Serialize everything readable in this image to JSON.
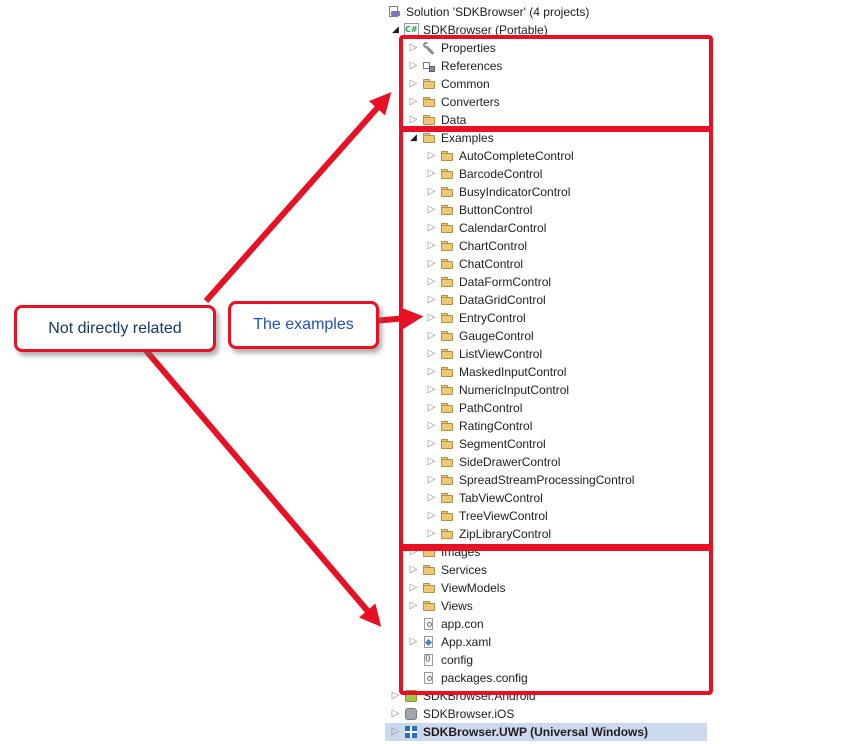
{
  "colors": {
    "accent_red": "#e81123",
    "selection_bg": "#ccd8ed",
    "callout_not_related_color": "#17375e",
    "callout_examples_color": "#1f4fbe"
  },
  "annotations": {
    "not_related_label": "Not directly related",
    "examples_label": "The examples"
  },
  "tree": {
    "rows": [
      {
        "label": "Solution 'SDKBrowser' (4 projects)",
        "level": 0,
        "icon": "solution",
        "expander": "expanded"
      },
      {
        "label": "SDKBrowser (Portable)",
        "level": 1,
        "icon": "csharp-project",
        "expander": "expanded"
      },
      {
        "label": "Properties",
        "level": 2,
        "icon": "wrench",
        "expander": "collapsed"
      },
      {
        "label": "References",
        "level": 2,
        "icon": "references",
        "expander": "collapsed"
      },
      {
        "label": "Common",
        "level": 2,
        "icon": "folder",
        "expander": "collapsed"
      },
      {
        "label": "Converters",
        "level": 2,
        "icon": "folder",
        "expander": "collapsed"
      },
      {
        "label": "Data",
        "level": 2,
        "icon": "folder",
        "expander": "collapsed"
      },
      {
        "label": "Examples",
        "level": 2,
        "icon": "folder",
        "expander": "expanded"
      },
      {
        "label": "AutoCompleteControl",
        "level": 3,
        "icon": "folder",
        "expander": "collapsed"
      },
      {
        "label": "BarcodeControl",
        "level": 3,
        "icon": "folder",
        "expander": "collapsed"
      },
      {
        "label": "BusyIndicatorControl",
        "level": 3,
        "icon": "folder",
        "expander": "collapsed"
      },
      {
        "label": "ButtonControl",
        "level": 3,
        "icon": "folder",
        "expander": "collapsed"
      },
      {
        "label": "CalendarControl",
        "level": 3,
        "icon": "folder",
        "expander": "collapsed"
      },
      {
        "label": "ChartControl",
        "level": 3,
        "icon": "folder",
        "expander": "collapsed"
      },
      {
        "label": "ChatControl",
        "level": 3,
        "icon": "folder",
        "expander": "collapsed"
      },
      {
        "label": "DataFormControl",
        "level": 3,
        "icon": "folder",
        "expander": "collapsed"
      },
      {
        "label": "DataGridControl",
        "level": 3,
        "icon": "folder",
        "expander": "collapsed"
      },
      {
        "label": "EntryControl",
        "level": 3,
        "icon": "folder",
        "expander": "collapsed"
      },
      {
        "label": "GaugeControl",
        "level": 3,
        "icon": "folder",
        "expander": "collapsed"
      },
      {
        "label": "ListViewControl",
        "level": 3,
        "icon": "folder",
        "expander": "collapsed"
      },
      {
        "label": "MaskedInputControl",
        "level": 3,
        "icon": "folder",
        "expander": "collapsed"
      },
      {
        "label": "NumericInputControl",
        "level": 3,
        "icon": "folder",
        "expander": "collapsed"
      },
      {
        "label": "PathControl",
        "level": 3,
        "icon": "folder",
        "expander": "collapsed"
      },
      {
        "label": "RatingControl",
        "level": 3,
        "icon": "folder",
        "expander": "collapsed"
      },
      {
        "label": "SegmentControl",
        "level": 3,
        "icon": "folder",
        "expander": "collapsed"
      },
      {
        "label": "SideDrawerControl",
        "level": 3,
        "icon": "folder",
        "expander": "collapsed"
      },
      {
        "label": "SpreadStreamProcessingControl",
        "level": 3,
        "icon": "folder",
        "expander": "collapsed"
      },
      {
        "label": "TabViewControl",
        "level": 3,
        "icon": "folder",
        "expander": "collapsed"
      },
      {
        "label": "TreeViewControl",
        "level": 3,
        "icon": "folder",
        "expander": "collapsed"
      },
      {
        "label": "ZipLibraryControl",
        "level": 3,
        "icon": "folder",
        "expander": "collapsed"
      },
      {
        "label": "Images",
        "level": 2,
        "icon": "folder",
        "expander": "collapsed"
      },
      {
        "label": "Services",
        "level": 2,
        "icon": "folder",
        "expander": "collapsed"
      },
      {
        "label": "ViewModels",
        "level": 2,
        "icon": "folder",
        "expander": "collapsed"
      },
      {
        "label": "Views",
        "level": 2,
        "icon": "folder",
        "expander": "collapsed"
      },
      {
        "label": "app.con",
        "level": 2,
        "icon": "config-file",
        "expander": "none"
      },
      {
        "label": "App.xaml",
        "level": 2,
        "icon": "xaml-file",
        "expander": "collapsed"
      },
      {
        "label": "config",
        "level": 2,
        "icon": "json-file",
        "expander": "none"
      },
      {
        "label": "packages.config",
        "level": 2,
        "icon": "config-file",
        "expander": "none"
      },
      {
        "label": "SDKBrowser.Android",
        "level": 1,
        "icon": "android-project",
        "expander": "collapsed"
      },
      {
        "label": "SDKBrowser.iOS",
        "level": 1,
        "icon": "ios-project",
        "expander": "collapsed"
      },
      {
        "label": "SDKBrowser.UWP (Universal Windows)",
        "level": 1,
        "icon": "uwp-project",
        "expander": "collapsed",
        "selected": true,
        "bold": true
      }
    ]
  }
}
